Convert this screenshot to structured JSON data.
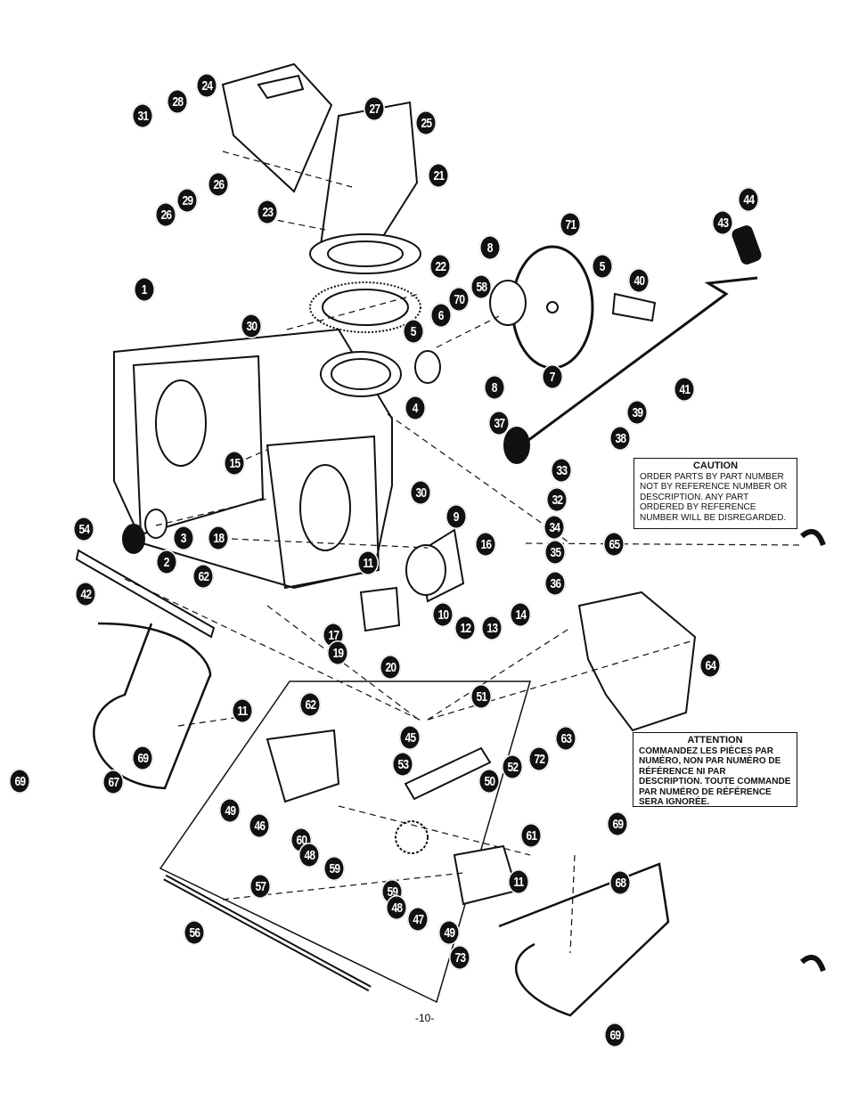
{
  "callouts": [
    "24",
    "28",
    "31",
    "29",
    "26",
    "26",
    "27",
    "25",
    "21",
    "23",
    "22",
    "8",
    "71",
    "44",
    "43",
    "5",
    "40",
    "1",
    "58",
    "70",
    "30",
    "6",
    "5",
    "4",
    "8",
    "7",
    "41",
    "39",
    "37",
    "38",
    "15",
    "30",
    "33",
    "32",
    "9",
    "54",
    "3",
    "18",
    "2",
    "16",
    "34",
    "35",
    "65",
    "62",
    "11",
    "36",
    "42",
    "10",
    "12",
    "13",
    "14",
    "17",
    "19",
    "20",
    "64",
    "62",
    "11",
    "45",
    "51",
    "63",
    "72",
    "53",
    "52",
    "69",
    "50",
    "49",
    "46",
    "60",
    "48",
    "59",
    "61",
    "69",
    "69",
    "67",
    "57",
    "11",
    "68",
    "59",
    "48",
    "47",
    "49",
    "56",
    "73",
    "69"
  ],
  "caution": {
    "title": "CAUTION",
    "text": "ORDER PARTS BY PART NUMBER NOT BY REFERENCE NUMBER OR DESCRIPTION. ANY PART ORDERED BY REFERENCE NUMBER WILL BE DISREGARDED."
  },
  "attention": {
    "title": "ATTENTION",
    "text": "COMMANDEZ LES PIÈCES PAR NUMÉRO, NON PAR NUMÉRO DE RÉFÉRENCE NI PAR DESCRIPTION. TOUTE COMMANDE PAR NUMÉRO DE RÉFÉRENCE SERA IGNORÉE."
  },
  "page_number": "-10-"
}
